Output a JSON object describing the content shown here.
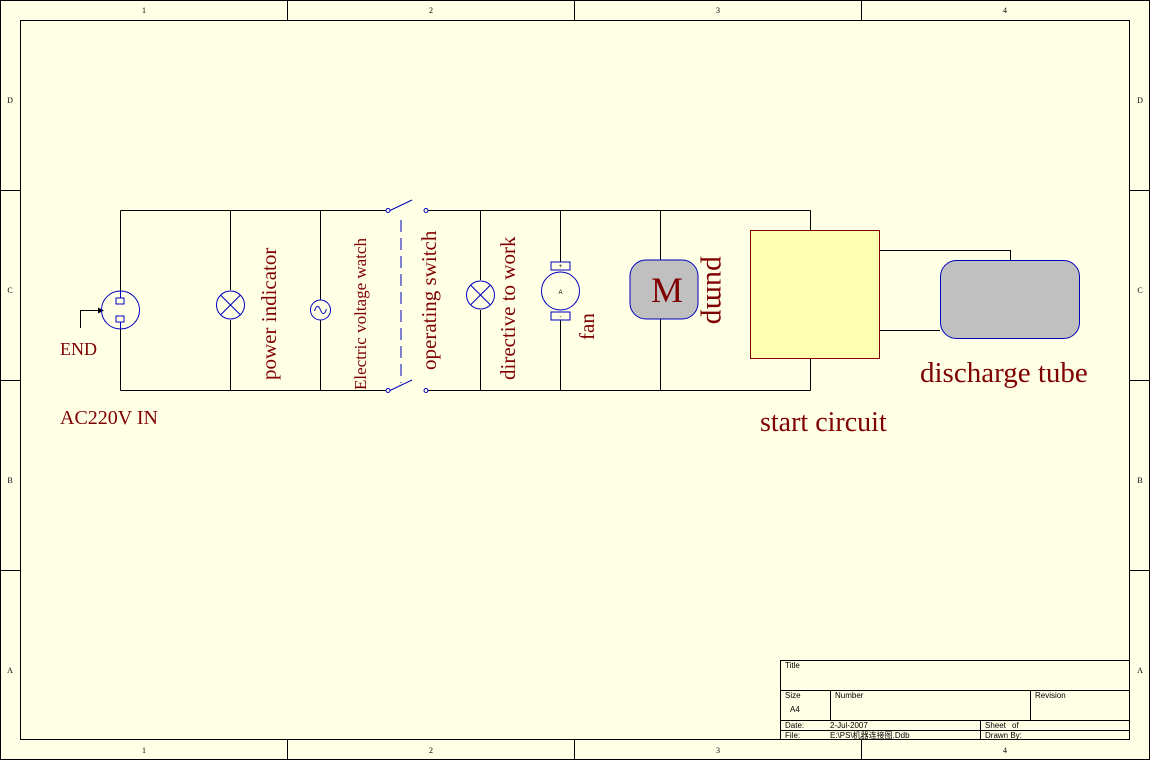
{
  "border": {
    "columns": [
      "1",
      "2",
      "3",
      "4"
    ],
    "rows": [
      "D",
      "C",
      "B",
      "A"
    ]
  },
  "labels": {
    "end": "END",
    "ac_in": "AC220V IN",
    "power_indicator": "power indicator",
    "voltage_watch": "Electric voltage watch",
    "operating_switch": "operating switch",
    "directive": "directive to work",
    "fan": "fan",
    "motor_letter": "M",
    "pump": "pump",
    "discharge_tube": "discharge tube",
    "start_circuit": "start circuit",
    "meter_letter": "A",
    "fan_plus": "+",
    "fan_minus": "-"
  },
  "title_block": {
    "title_label": "Title",
    "size_label": "Size",
    "size_value": "A4",
    "number_label": "Number",
    "revision_label": "Revision",
    "date_label": "Date:",
    "date_value": "2-Jul-2007",
    "file_label": "File:",
    "file_value": "E:\\PS\\机器连接图.Ddb",
    "sheet_label": "Sheet",
    "of_label": "of",
    "drawn_by_label": "Drawn By:"
  },
  "colors": {
    "background": "#ffffe6",
    "wire": "#000000",
    "symbol": "#0000c0",
    "label": "#7f0000",
    "component_fill": "#c0c0c0",
    "start_circuit_fill": "#ffffb0"
  }
}
